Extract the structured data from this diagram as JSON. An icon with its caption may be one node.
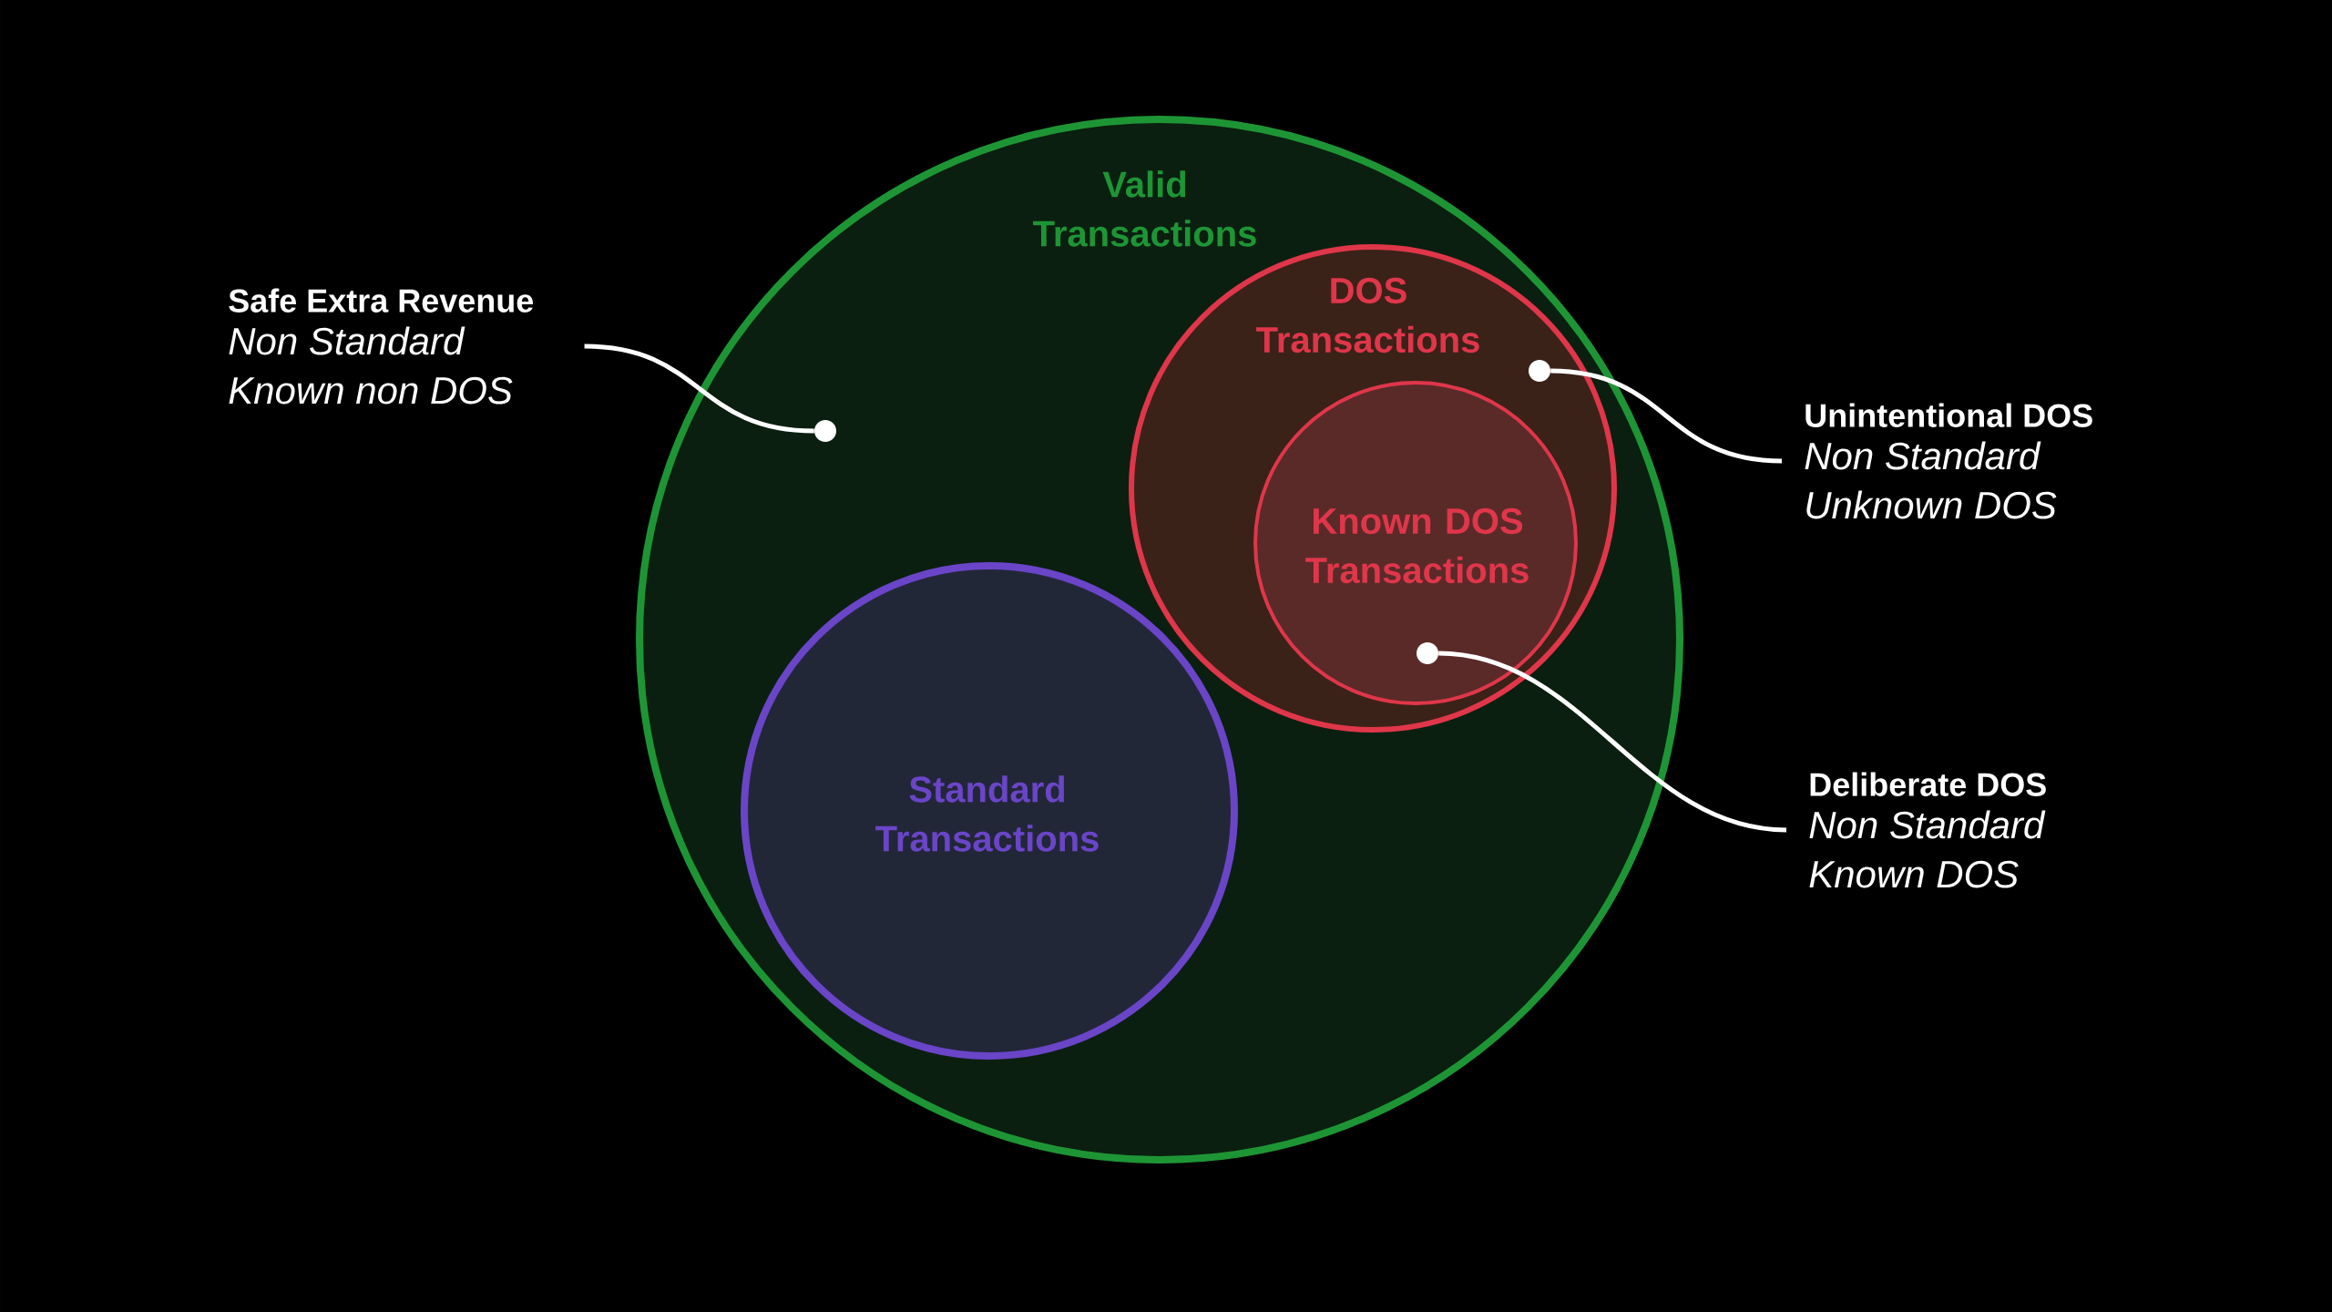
{
  "diagram": {
    "nodes": [
      {
        "text": [
          "Valid Transactions"
        ]
      },
      {
        "text": [
          "DOS Transactions"
        ],
        "in": 0
      },
      {
        "text": [
          "Known DOS Transactions"
        ],
        "in": 1
      },
      {
        "text": [
          "Standard Transactions"
        ],
        "in": 0
      },
      {
        "text": [
          "Safe Extra Revenue",
          "Non Standard Known non DOS"
        ]
      },
      {
        "text": [
          "Unintentional DOS",
          "Non Standard Unknown DOS"
        ]
      },
      {
        "text": [
          "Deliberate DOS",
          "Non Standard Known DOS"
        ]
      },
      {
        "text": [],
        "shape": "circle",
        "in": 0
      },
      {
        "text": [],
        "shape": "circle",
        "in": 1
      },
      {
        "text": [],
        "shape": "circle",
        "in": 2
      }
    ],
    "edges": [
      {
        "from": 4,
        "to": 7,
        "arrow": "none"
      },
      {
        "from": 5,
        "to": 8,
        "arrow": "none"
      },
      {
        "from": 6,
        "to": 9,
        "arrow": "none"
      }
    ]
  }
}
